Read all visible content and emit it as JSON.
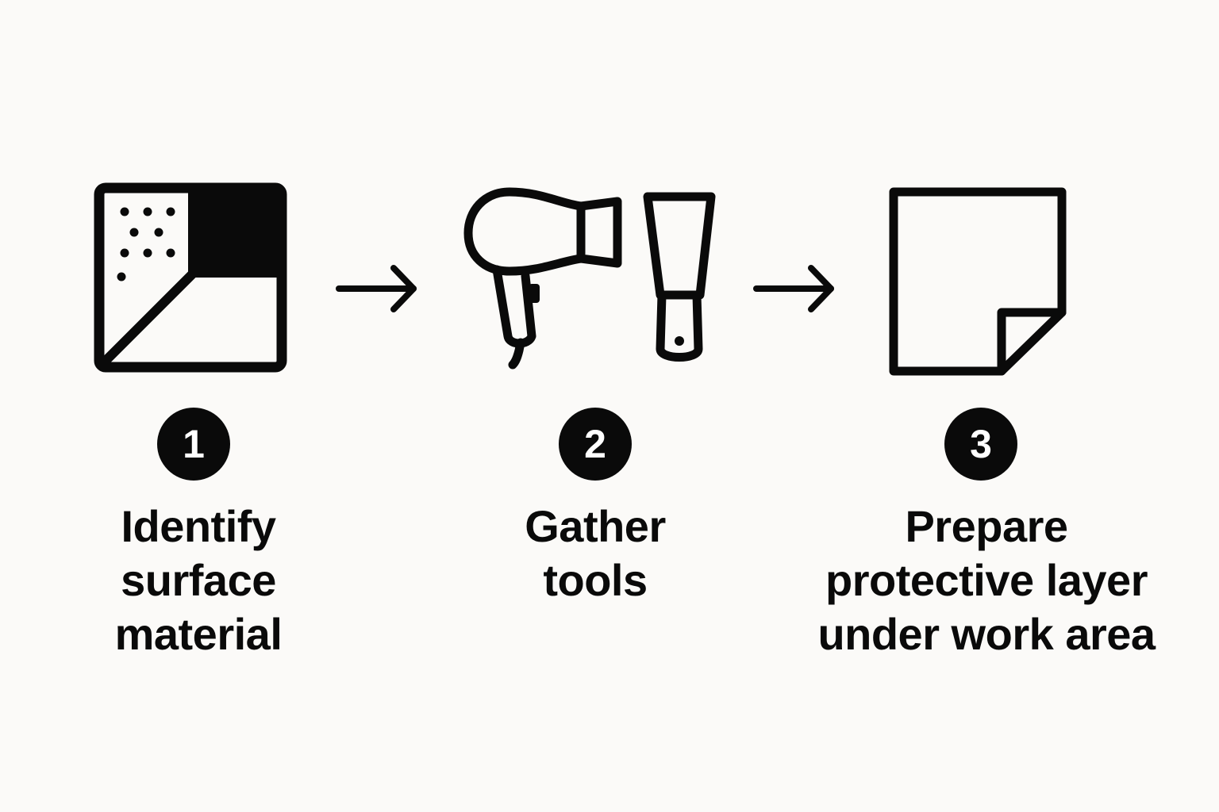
{
  "diagram": {
    "type": "process-flow",
    "background_color": "#fbfaf8",
    "ink_color": "#0a0a0a",
    "steps": [
      {
        "number": "1",
        "icon": "surface-material-swatch-icon",
        "label_lines": [
          "Identify",
          "surface",
          "material"
        ]
      },
      {
        "number": "2",
        "icon": "hair-dryer-and-scraper-icon",
        "label_lines": [
          "Gather",
          "tools"
        ]
      },
      {
        "number": "3",
        "icon": "sheet-with-folded-corner-icon",
        "label_lines": [
          "Prepare",
          "protective layer",
          "under work area"
        ]
      }
    ],
    "connectors": [
      {
        "from": "1",
        "to": "2",
        "icon": "arrow-right-icon"
      },
      {
        "from": "2",
        "to": "3",
        "icon": "arrow-right-icon"
      }
    ]
  }
}
